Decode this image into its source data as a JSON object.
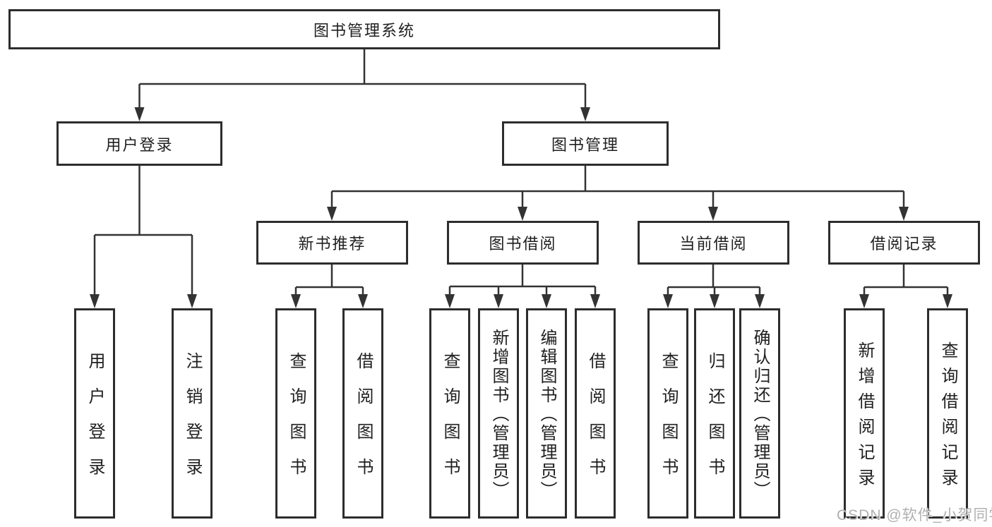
{
  "tree": {
    "root": {
      "label": "图书管理系统"
    },
    "branches": [
      {
        "label": "用户登录",
        "leaves": [
          {
            "label": "用户登录"
          },
          {
            "label": "注销登录"
          }
        ]
      },
      {
        "label": "图书管理",
        "groups": [
          {
            "label": "新书推荐",
            "leaves": [
              {
                "label": "查询图书"
              },
              {
                "label": "借阅图书"
              }
            ]
          },
          {
            "label": "图书借阅",
            "leaves": [
              {
                "label": "查询图书"
              },
              {
                "label": "新增图书（管理员）"
              },
              {
                "label": "编辑图书（管理员）"
              },
              {
                "label": "借阅图书"
              }
            ]
          },
          {
            "label": "当前借阅",
            "leaves": [
              {
                "label": "查询图书"
              },
              {
                "label": "归还图书"
              },
              {
                "label": "确认归还（管理员）"
              }
            ]
          },
          {
            "label": "借阅记录",
            "leaves": [
              {
                "label": "新增借阅记录"
              },
              {
                "label": "查询借阅记录"
              }
            ]
          }
        ]
      }
    ]
  },
  "watermark": {
    "text": "CSDN @软件_小贺同学"
  },
  "colors": {
    "line": "#333333",
    "box_border": "#2d2d2d",
    "text": "#1f1f1f",
    "watermark": "#b0b0b0",
    "background": "#ffffff"
  }
}
